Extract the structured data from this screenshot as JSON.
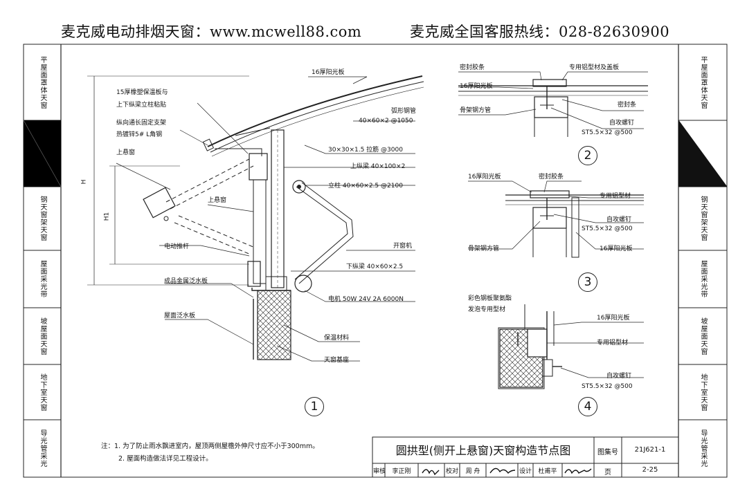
{
  "header": {
    "left": "麦克威电动排烟天窗：www.mcwell88.com",
    "right": "麦克威全国客服热线：028-82630900"
  },
  "left_sidebar": [
    "平屋面罩体天窗",
    "",
    "钢天窗架天窗",
    "屋面采光带",
    "坡屋面天窗",
    "地下室天窗",
    "导光管采光"
  ],
  "right_sidebar": [
    "平屋面罩体天窗",
    "",
    "钢天窗架天窗",
    "屋面采光带",
    "坡屋面天窗",
    "地下室天窗",
    "导光管采光"
  ],
  "detail1": {
    "labels": {
      "pc16": "16厚阳光板",
      "rubber1": "15厚橡塑保温板与",
      "rubber2": "上下纵梁立柱粘贴",
      "bracket1": "纵向通长固定支架",
      "bracket2": "热镀锌5# L角钢",
      "arc": "弧形钢管",
      "arc_spec": "40×60×2 @1050",
      "tie": "30×30×1.5 拉筋 @3000",
      "upper_beam": "上纵梁 40×100×2",
      "column": "立柱 40×60×2.5 @2100",
      "top_hung_left": "上悬窗",
      "top_hung_mid": "上悬窗",
      "push_rod": "电动推杆",
      "opener": "开窗机",
      "lower_beam": "下纵梁 40×60×2.5",
      "motor": "电机 50W 24V 2A 6000N",
      "flashing_metal": "成品金属泛水板",
      "flashing_roof": "屋面泛水板",
      "insulation": "保温材料",
      "base": "天窗基座",
      "dim_h": "H",
      "dim_h1": "H1",
      "circle": "1"
    }
  },
  "detail2": {
    "labels": {
      "seal_strip_glue": "密封胶条",
      "al_profile_cover": "专用铝型材及盖板",
      "pc16": "16厚阳光板",
      "seal": "密封条",
      "frame": "骨架钢方管",
      "screw": "自攻螺钉",
      "screw_spec": "ST5.5×32 @500",
      "circle": "2"
    }
  },
  "detail3": {
    "labels": {
      "pc16": "16厚阳光板",
      "seal_glue": "密封胶条",
      "al_profile": "专用铝型材",
      "screw": "自攻螺钉",
      "screw_spec": "ST5.5×32 @500",
      "frame": "骨架钢方管",
      "pc16_b": "16厚阳光板",
      "circle": "3"
    }
  },
  "detail4": {
    "labels": {
      "steel1": "彩色钢板聚氨酯",
      "steel2": "发泡专用型材",
      "pc16": "16厚阳光板",
      "al_profile": "专用铝型材",
      "screw": "自攻螺钉",
      "screw_spec": "ST5.5×32 @500",
      "circle": "4"
    }
  },
  "notes": {
    "n1": "注：1. 为了防止雨水飘进室内，屋顶两侧屋檐外伸尺寸应不小于300mm。",
    "n2": "2. 屋面构造做法详见工程设计。"
  },
  "title_block": {
    "title": "圆拱型(侧开上悬窗)天窗构造节点图",
    "atlas_label": "图集号",
    "atlas_no": "21J621-1",
    "review": "审核",
    "reviewer": "李正刚",
    "check": "校对",
    "checker": "周 舟",
    "design": "设计",
    "designer": "杜甫平",
    "page_label": "页",
    "page_no": "2-25"
  }
}
